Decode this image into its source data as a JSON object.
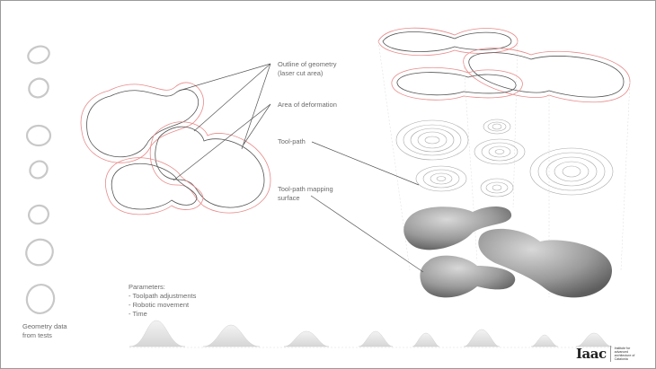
{
  "labels": {
    "outline": [
      "Outline of geometry",
      "(laser cut area)"
    ],
    "deformation": "Area of deformation",
    "toolpath": "Tool-path",
    "mapping": [
      "Tool-path mapping",
      "surface"
    ],
    "geometry_data": [
      "Geometry data",
      "from tests"
    ],
    "parameters_title": "Parameters:",
    "parameters": [
      "- Toolpath adjustments",
      "- Robotic movement",
      "- Time"
    ]
  },
  "logo": {
    "mark": "Iaac",
    "text": "Institute for advanced architecture of Catalonia"
  },
  "colors": {
    "outline_red": "#e88a8a",
    "outline_gray": "#555555",
    "leader": "#555555",
    "surface": "#8a8a8a"
  }
}
